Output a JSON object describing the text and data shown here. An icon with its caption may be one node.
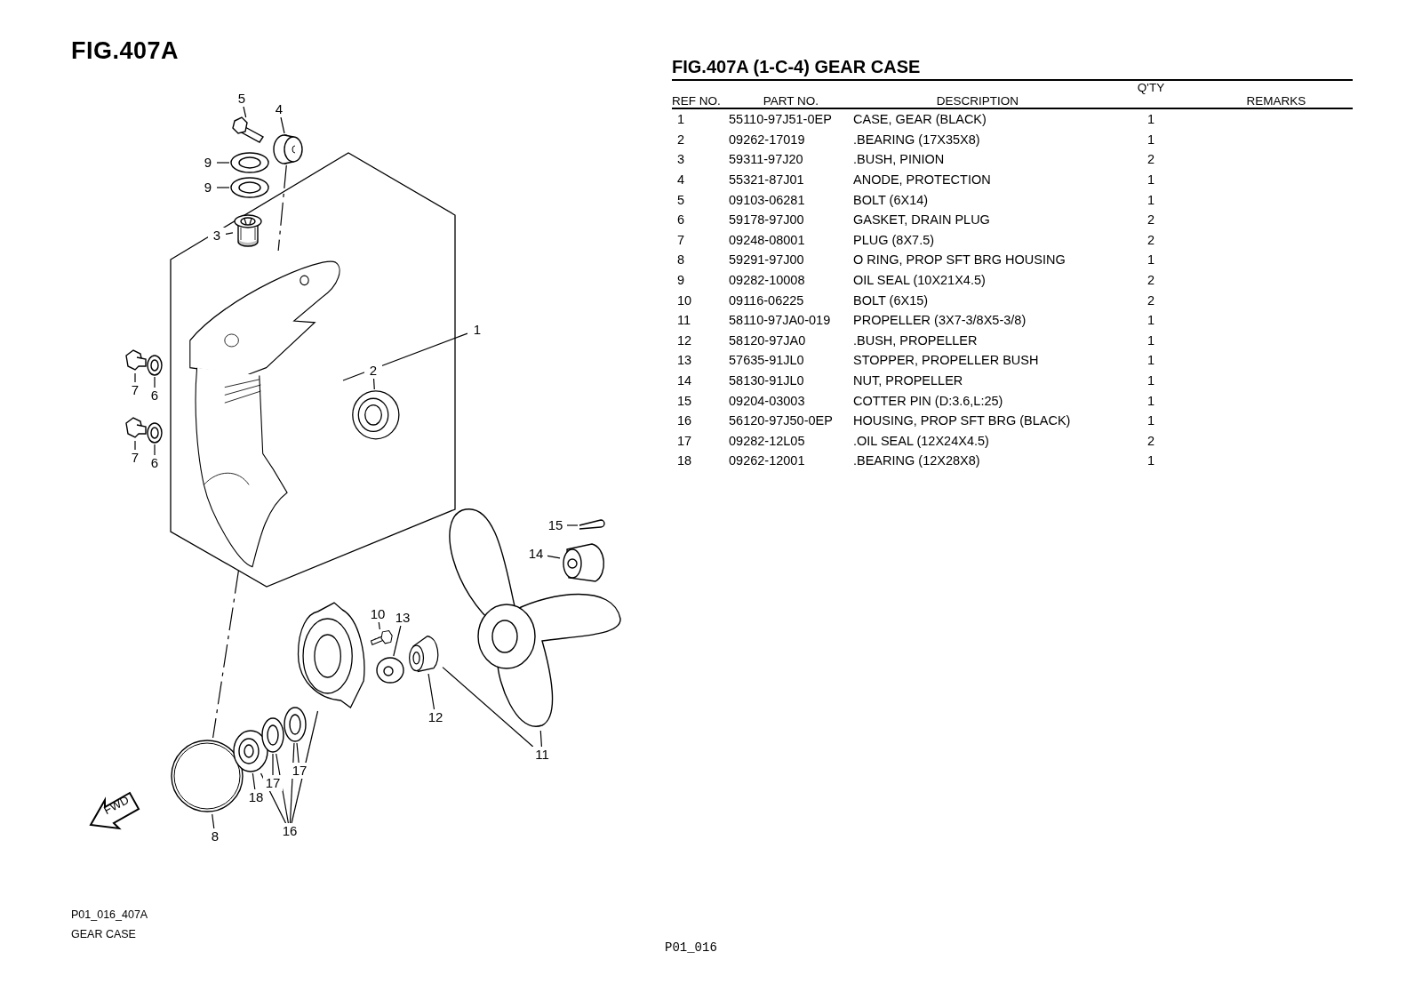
{
  "diagram": {
    "title": "FIG.407A",
    "nodes": [
      {
        "text": [
          "5"
        ]
      },
      {
        "text": [],
        "shape": "picture"
      },
      {
        "text": [
          "4"
        ]
      },
      {
        "text": [],
        "shape": "picture"
      },
      {
        "text": [
          "9"
        ]
      },
      {
        "text": [],
        "shape": "picture"
      },
      {
        "text": [
          "9"
        ]
      },
      {
        "text": [],
        "shape": "picture"
      },
      {
        "text": [
          "3"
        ]
      },
      {
        "text": [],
        "shape": "picture"
      },
      {
        "text": [
          "1"
        ]
      },
      {
        "text": [],
        "shape": "picture"
      },
      {
        "text": [
          "7"
        ]
      },
      {
        "text": [],
        "shape": "picture"
      },
      {
        "text": [
          "6"
        ]
      },
      {
        "text": [],
        "shape": "picture"
      },
      {
        "text": [
          "2"
        ]
      },
      {
        "text": [],
        "shape": "picture"
      },
      {
        "text": [
          "7"
        ]
      },
      {
        "text": [],
        "shape": "picture"
      },
      {
        "text": [
          "6"
        ]
      },
      {
        "text": [],
        "shape": "picture"
      },
      {
        "text": [
          "15"
        ]
      },
      {
        "text": [],
        "shape": "picture"
      },
      {
        "text": [
          "14"
        ]
      },
      {
        "text": [],
        "shape": "picture"
      },
      {
        "text": [
          "10"
        ]
      },
      {
        "text": [],
        "shape": "picture"
      },
      {
        "text": [
          "13"
        ]
      },
      {
        "text": [],
        "shape": "picture"
      },
      {
        "text": [],
        "shape": "picture"
      },
      {
        "text": [],
        "shape": "picture"
      },
      {
        "text": [],
        "shape": "picture"
      },
      {
        "text": [
          "12"
        ]
      },
      {
        "text": [
          "11"
        ]
      },
      {
        "text": [],
        "shape": "picture"
      },
      {
        "text": [],
        "shape": "picture"
      },
      {
        "text": [],
        "shape": "picture"
      },
      {
        "text": [],
        "shape": "picture"
      },
      {
        "text": [
          "17"
        ]
      },
      {
        "text": [
          "17"
        ]
      },
      {
        "text": [
          "18"
        ]
      },
      {
        "text": [
          "16"
        ]
      },
      {
        "text": [
          "8"
        ]
      }
    ],
    "edges": [
      {
        "from": 0,
        "to": 1,
        "arrow": "none"
      },
      {
        "from": 2,
        "to": 3,
        "arrow": "none"
      },
      {
        "from": 4,
        "to": 5,
        "arrow": "none"
      },
      {
        "from": 6,
        "to": 7,
        "arrow": "none"
      },
      {
        "from": 8,
        "to": 9,
        "arrow": "none"
      },
      {
        "from": 10,
        "to": 11,
        "arrow": "none"
      },
      {
        "from": 12,
        "to": 13,
        "arrow": "none"
      },
      {
        "from": 14,
        "to": 15,
        "arrow": "none"
      },
      {
        "from": 16,
        "to": 17,
        "arrow": "none"
      },
      {
        "from": 18,
        "to": 19,
        "arrow": "none"
      },
      {
        "from": 20,
        "to": 21,
        "arrow": "none"
      },
      {
        "from": 22,
        "to": 23,
        "arrow": "none"
      },
      {
        "from": 24,
        "to": 25,
        "arrow": "none"
      },
      {
        "from": 26,
        "to": 27,
        "arrow": "none"
      },
      {
        "from": 28,
        "to": 29,
        "arrow": "none"
      },
      {
        "from": 33,
        "to": 31,
        "arrow": "none"
      },
      {
        "from": 34,
        "to": 32,
        "arrow": "none"
      },
      {
        "from": 34,
        "to": 31,
        "arrow": "none"
      },
      {
        "from": 39,
        "to": 37,
        "arrow": "none"
      },
      {
        "from": 40,
        "to": 38,
        "arrow": "none"
      },
      {
        "from": 41,
        "to": 36,
        "arrow": "none"
      },
      {
        "from": 42,
        "to": 36,
        "arrow": "none"
      },
      {
        "from": 42,
        "to": 37,
        "arrow": "none"
      },
      {
        "from": 42,
        "to": 38,
        "arrow": "none"
      },
      {
        "from": 42,
        "to": 30,
        "arrow": "none"
      },
      {
        "from": 43,
        "to": 35,
        "arrow": "none"
      },
      {
        "from": 3,
        "to": 11,
        "arrow": "none",
        "style": "dashed"
      },
      {
        "from": 11,
        "to": 35,
        "arrow": "none",
        "style": "dashed"
      }
    ],
    "labels": [
      "FIG.407A (1-C-4) GEAR CASE",
      "REF NO.",
      "PART NO.",
      "DESCRIPTION",
      "Q'TY",
      "REMARKS",
      "1",
      "55110-97J51-0EP",
      "CASE, GEAR (BLACK)",
      "1",
      "2",
      "09262-17019",
      ".BEARING (17X35X8)",
      "1",
      "3",
      "59311-97J20",
      ".BUSH, PINION",
      "2",
      "4",
      "55321-87J01",
      "ANODE, PROTECTION",
      "1",
      "5",
      "09103-06281",
      "BOLT (6X14)",
      "1",
      "6",
      "59178-97J00",
      "GASKET, DRAIN PLUG",
      "2",
      "7",
      "09248-08001",
      "PLUG (8X7.5)",
      "2",
      "8",
      "59291-97J00",
      "O RING, PROP SFT BRG HOUSING",
      "1",
      "9",
      "09282-10008",
      "OIL SEAL (10X21X4.5)",
      "2",
      "10",
      "09116-06225",
      "BOLT (6X15)",
      "2",
      "11",
      "58110-97JA0-019",
      "PROPELLER (3X7-3/8X5-3/8)",
      "1",
      "12",
      "58120-97JA0",
      ".BUSH, PROPELLER",
      "1",
      "13",
      "57635-91JL0",
      "STOPPER, PROPELLER BUSH",
      "1",
      "14",
      "58130-91JL0",
      "NUT, PROPELLER",
      "1",
      "15",
      "09204-03003",
      "COTTER PIN (D:3.6,L:25)",
      "1",
      "16",
      "56120-97J50-0EP",
      "HOUSING, PROP SFT BRG (BLACK)",
      "1",
      "17",
      "09282-12L05",
      ".OIL SEAL (12X24X4.5)",
      "2",
      "18",
      "09262-12001",
      ".BEARING (12X28X8)",
      "1",
      "FWD",
      "P01_016_407A",
      "GEAR CASE",
      "P01_016"
    ]
  }
}
